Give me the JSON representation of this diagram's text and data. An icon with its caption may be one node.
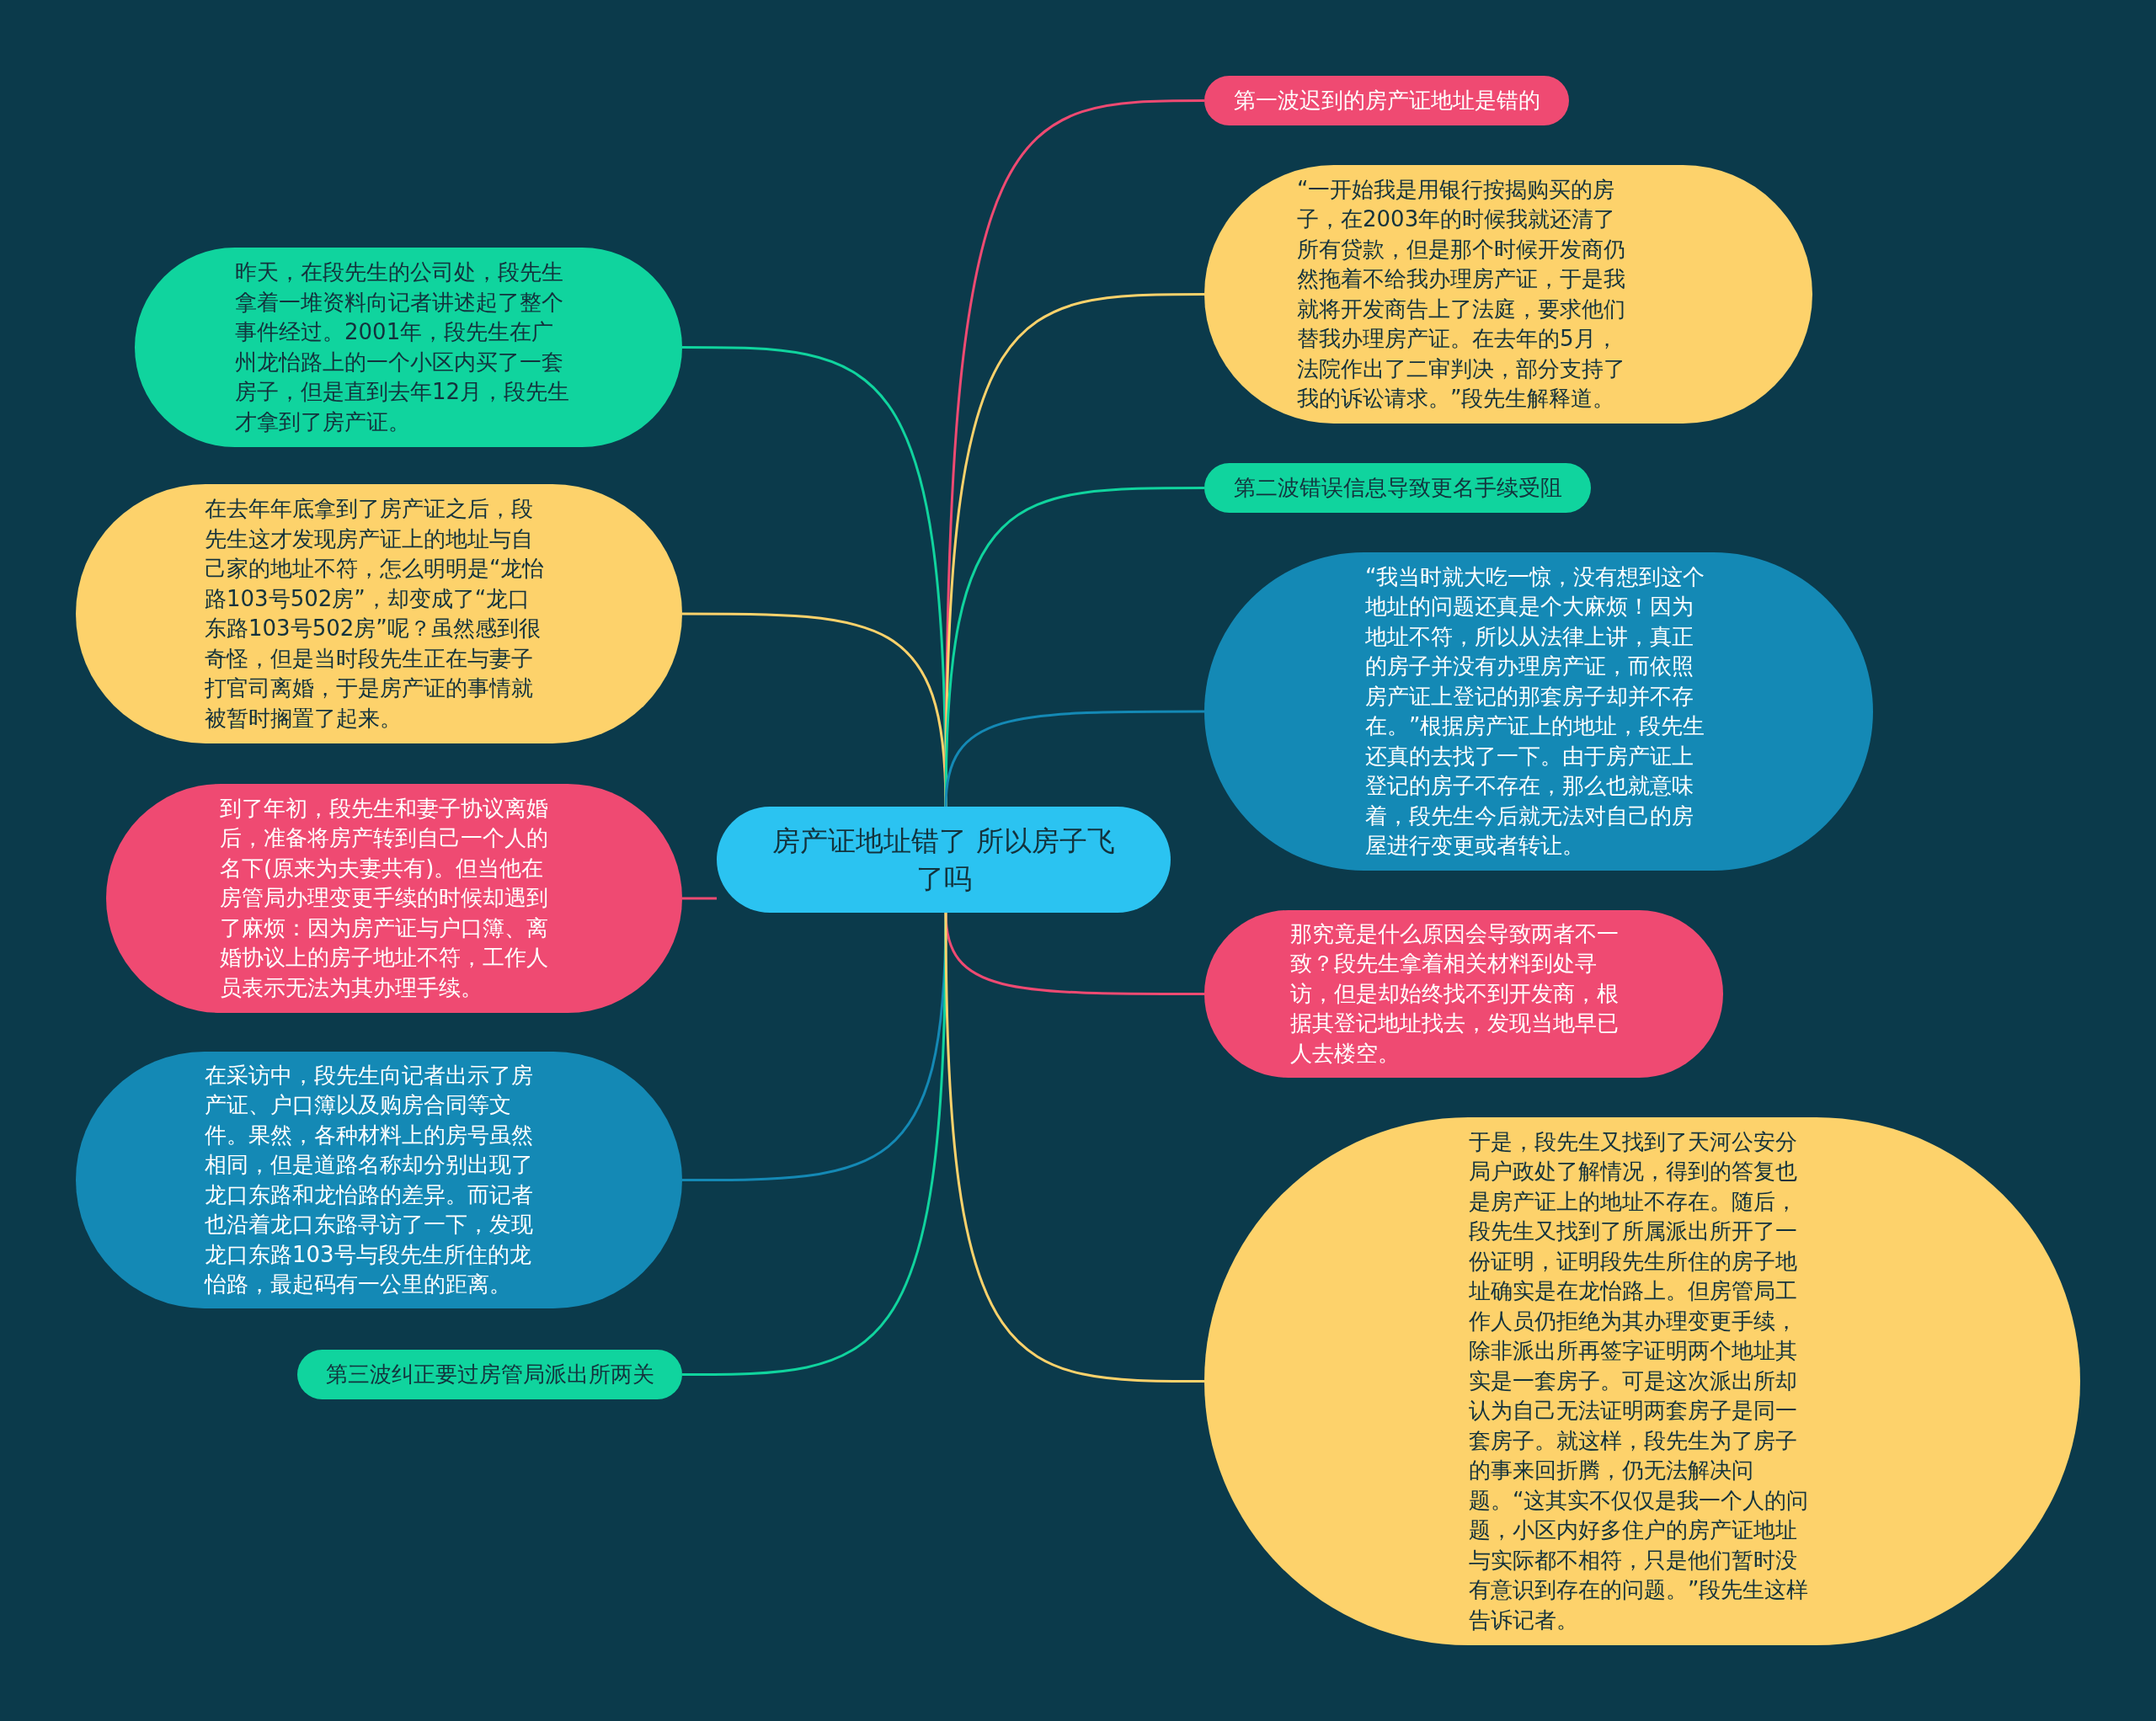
{
  "diagram": {
    "nodes": [
      {
        "text": [
          "房产证地址错了 所以房子飞了吗"
        ]
      },
      {
        "text": [
          "昨天，在段先生的公司处，段先生拿着一堆资料向记者讲述起了整个事件经过。2001年，段先生在广州龙怡路上的一个小区内买了一套房子，但是直到去年12月，段先生才拿到了房产证。"
        ]
      },
      {
        "text": [
          "在去年年底拿到了房产证之后，段先生这才发现房产证上的地址与自己家的地址不符，怎么明明是“龙怡路103号502房”，却变成了“龙口东路103号502房”呢？虽然感到很奇怪，但是当时段先生正在与妻子打官司离婚，于是房产证的事情就被暂时搁置了起来。"
        ]
      },
      {
        "text": [
          "到了年初，段先生和妻子协议离婚后，准备将房产转到自己一个人的名下(原来为夫妻共有)。但当他在房管局办理变更手续的时候却遇到了麻烦：因为房产证与户口簿、离婚协议上的房子地址不符，工作人员表示无法为其办理手续。"
        ]
      },
      {
        "text": [
          "在采访中，段先生向记者出示了房产证、户口簿以及购房合同等文件。果然，各种材料上的房号虽然相同，但是道路名称却分别出现了龙口东路和龙怡路的差异。而记者也沿着龙口东路寻访了一下，发现龙口东路103号与段先生所住的龙怡路，最起码有一公里的距离。"
        ]
      },
      {
        "text": [
          "第三波纠正要过房管局派出所两关"
        ]
      },
      {
        "text": [
          "第一波迟到的房产证地址是错的"
        ]
      },
      {
        "text": [
          "“一开始我是用银行按揭购买的房子，在2003年的时候我就还清了所有贷款，但是那个时候开发商仍然拖着不给我办理房产证，于是我就将开发商告上了法庭，要求他们替我办理房产证。在去年的5月，法院作出了二审判决，部分支持了我的诉讼请求。”段先生解释道。"
        ]
      },
      {
        "text": [
          "第二波错误信息导致更名手续受阻"
        ]
      },
      {
        "text": [
          "“我当时就大吃一惊，没有想到这个地址的问题还真是个大麻烦！因为地址不符，所以从法律上讲，真正的房子并没有办理房产证，而依照房产证上登记的那套房子却并不存在。”根据房产证上的地址，段先生还真的去找了一下。由于房产证上登记的房子不存在，那么也就意味着，段先生今后就无法对自己的房屋进行变更或者转让。"
        ]
      },
      {
        "text": [
          "那究竟是什么原因会导致两者不一致？段先生拿着相关材料到处寻访，但是却始终找不到开发商，根据其登记地址找去，发现当地早已人去楼空。"
        ]
      },
      {
        "text": [
          "于是，段先生又找到了天河公安分局户政处了解情况，得到的答复也是房产证上的地址不存在。随后，段先生又找到了所属派出所开了一份证明，证明段先生所住的房子地址确实是在龙怡路上。但房管局工作人员仍拒绝为其办理变更手续，除非派出所再签字证明两个地址其实是一套房子。可是这次派出所却认为自己无法证明两套房子是同一套房子。就这样，段先生为了房子的事来回折腾，仍无法解决问题。“这其实不仅仅是我一个人的问题，小区内好多住户的房产证地址与实际都不相符，只是他们暂时没有意识到存在的问题。”段先生这样告诉记者。"
        ]
      }
    ],
    "edges": [
      {
        "from": 0,
        "to": 1,
        "arrow": "none",
        "color": "#10d49e"
      },
      {
        "from": 0,
        "to": 2,
        "arrow": "none",
        "color": "#fdd26b"
      },
      {
        "from": 0,
        "to": 3,
        "arrow": "none",
        "color": "#ef4a72"
      },
      {
        "from": 0,
        "to": 4,
        "arrow": "none",
        "color": "#1489b5"
      },
      {
        "from": 0,
        "to": 5,
        "arrow": "none",
        "color": "#10d49e"
      },
      {
        "from": 0,
        "to": 6,
        "arrow": "none",
        "color": "#ef4a72"
      },
      {
        "from": 0,
        "to": 7,
        "arrow": "none",
        "color": "#fdd26b"
      },
      {
        "from": 0,
        "to": 8,
        "arrow": "none",
        "color": "#10d49e"
      },
      {
        "from": 0,
        "to": 9,
        "arrow": "none",
        "color": "#1489b5"
      },
      {
        "from": 0,
        "to": 10,
        "arrow": "none",
        "color": "#ef4a72"
      },
      {
        "from": 0,
        "to": 11,
        "arrow": "none",
        "color": "#fdd26b"
      }
    ]
  }
}
